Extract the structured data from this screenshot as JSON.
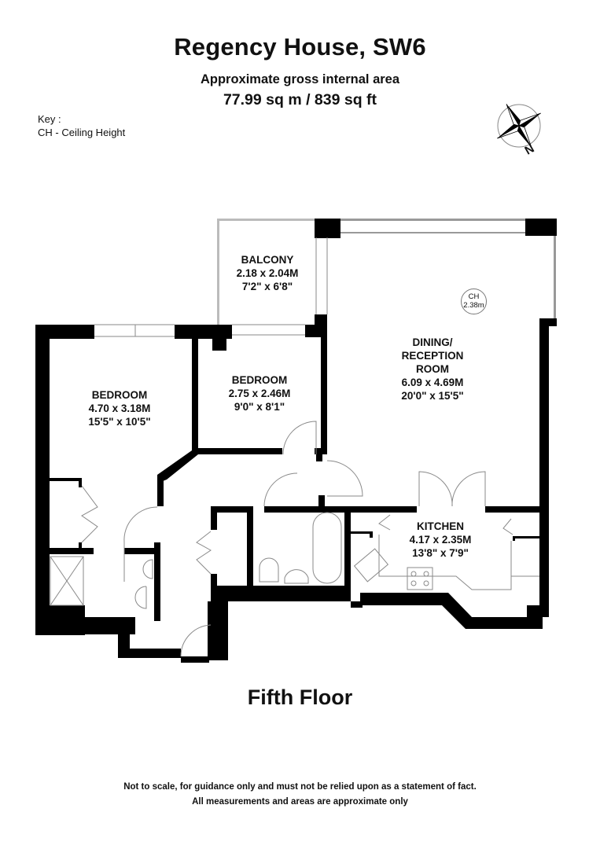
{
  "header": {
    "title": "Regency House, SW6",
    "subtitle": "Approximate gross internal area",
    "area": "77.99 sq m /  839 sq ft"
  },
  "key": {
    "heading": "Key :",
    "items": [
      "CH - Ceiling Height"
    ]
  },
  "compass": {
    "icon": "compass-rose-icon",
    "label": "N"
  },
  "ceiling_marker": {
    "label": "CH",
    "value": "2.38m"
  },
  "rooms": [
    {
      "name": "BALCONY",
      "metric": "2.18 x 2.04M",
      "imperial": "7'2\" x 6'8\""
    },
    {
      "name": "DINING/",
      "name2": "RECEPTION",
      "name3": "ROOM",
      "metric": "6.09 x 4.69M",
      "imperial": "20'0\" x 15'5\""
    },
    {
      "name": "BEDROOM",
      "metric": "4.70 x 3.18M",
      "imperial": "15'5\" x 10'5\""
    },
    {
      "name": "BEDROOM",
      "metric": "2.75 x 2.46M",
      "imperial": "9'0\" x 8'1\""
    },
    {
      "name": "KITCHEN",
      "metric": "4.17 x 2.35M",
      "imperial": "13'8\" x 7'9\""
    }
  ],
  "floor": {
    "label": "Fifth Floor"
  },
  "footer": {
    "line1": "Not to scale, for guidance only and must not be relied upon as a statement of fact.",
    "line2": "All measurements and areas are approximate only"
  },
  "colors": {
    "wall": "#000000",
    "fixture": "#8a8a8a",
    "background": "#ffffff"
  }
}
